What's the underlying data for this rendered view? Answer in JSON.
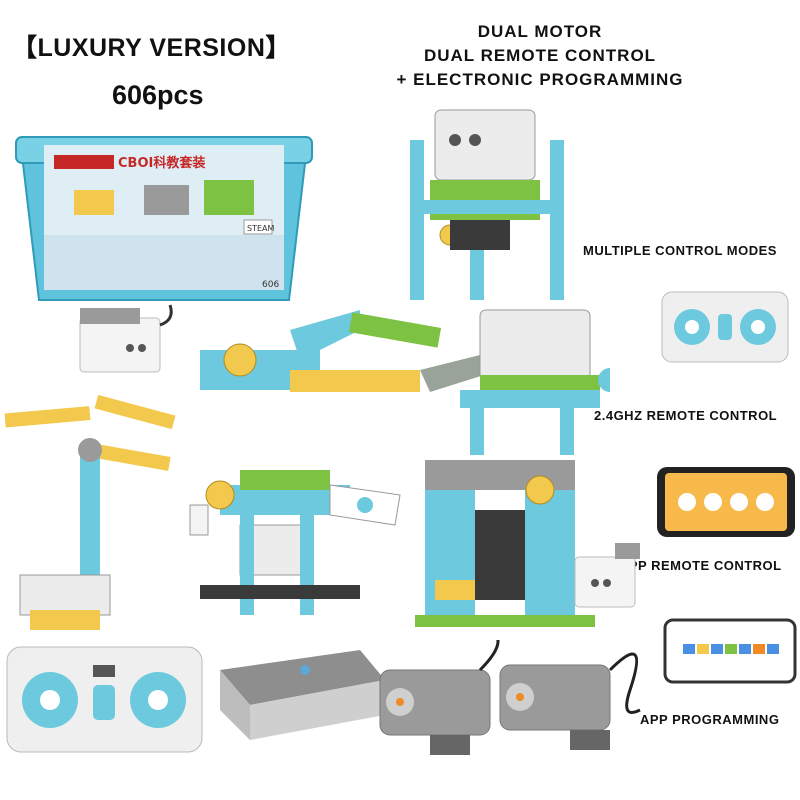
{
  "header": {
    "title": "【LUXURY VERSION】",
    "piece_count": "606pcs"
  },
  "features": {
    "lines": [
      "DUAL MOTOR",
      "DUAL REMOTE CONTROL",
      "+ ELECTRONIC PROGRAMMING"
    ]
  },
  "side_labels": {
    "control_modes": "MULTIPLE CONTROL MODES",
    "remote": "2.4GHZ REMOTE CONTROL",
    "app_remote": "APP REMOTE CONTROL",
    "app_programming": "APP PROGRAMMING"
  },
  "box": {
    "brand": "CBOI科教套装",
    "count": "606",
    "badge": "STEAM"
  },
  "colors": {
    "teal": "#6cc9de",
    "yellow": "#f2c94c",
    "green": "#7dc242",
    "gray": "#9a9a9a",
    "white_brick": "#f4f4f4",
    "dark": "#3a3a3a",
    "orange": "#f08a24"
  },
  "icons": [
    "storage-box-icon",
    "motor-icon",
    "remote-control-icon",
    "smartphone-icon",
    "battery-box-icon",
    "robot-model-icon"
  ]
}
